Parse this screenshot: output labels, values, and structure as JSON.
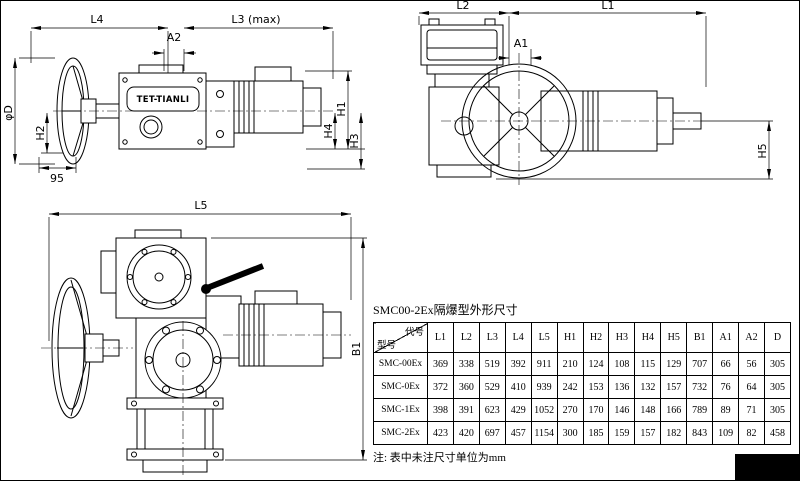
{
  "labels": {
    "v1": {
      "L4": "L4",
      "A2": "A2",
      "L3": "L3 (max)",
      "phiD": "φD",
      "H2": "H2",
      "n95": "95",
      "H4": "H4",
      "H1": "H1",
      "H3": "H3",
      "brand": "TET-TIANLI"
    },
    "v2": {
      "L2": "L2",
      "L1": "L1",
      "A1": "A1",
      "H5": "H5"
    },
    "v3": {
      "L5": "L5",
      "B1": "B1"
    }
  },
  "table": {
    "title": "SMC00-2Ex隔爆型外形尺寸",
    "corner_top": "代号",
    "corner_bottom": "型号",
    "columns": [
      "L1",
      "L2",
      "L3",
      "L4",
      "L5",
      "H1",
      "H2",
      "H3",
      "H4",
      "H5",
      "B1",
      "A1",
      "A2",
      "D"
    ],
    "rows": [
      {
        "model": "SMC-00Ex",
        "values": [
          369,
          338,
          519,
          392,
          911,
          210,
          124,
          108,
          115,
          129,
          707,
          66,
          56,
          305
        ]
      },
      {
        "model": "SMC-0Ex",
        "values": [
          372,
          360,
          529,
          410,
          939,
          242,
          153,
          136,
          132,
          157,
          732,
          76,
          64,
          305
        ]
      },
      {
        "model": "SMC-1Ex",
        "values": [
          398,
          391,
          623,
          429,
          1052,
          270,
          170,
          146,
          148,
          166,
          789,
          89,
          71,
          305
        ]
      },
      {
        "model": "SMC-2Ex",
        "values": [
          423,
          420,
          697,
          457,
          1154,
          300,
          185,
          159,
          157,
          182,
          843,
          109,
          82,
          458
        ]
      }
    ],
    "note": "注: 表中未注尺寸单位为mm"
  }
}
